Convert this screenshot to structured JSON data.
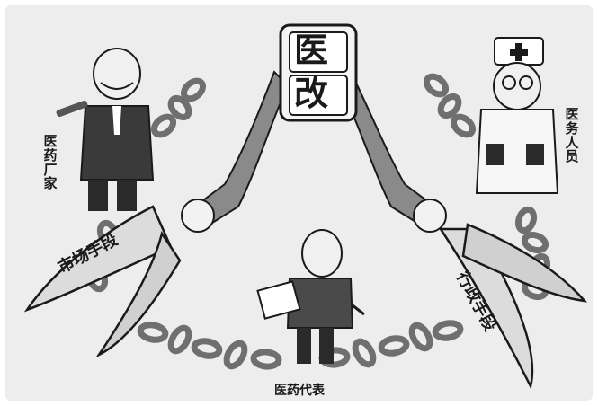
{
  "cartoon": {
    "title_top": "医",
    "title_bottom": "改",
    "left_figure_label": "医药厂家",
    "right_figure_label": "医务人员",
    "bottom_figure_label": "医药代表",
    "left_blade_label": "市场手段",
    "right_blade_label": "行政手段"
  },
  "colors": {
    "background": "#ffffff",
    "panel": "#ececec",
    "ink": "#1a1a1a",
    "blade": "#dcdcdc",
    "chain": "#7a7a7a"
  }
}
